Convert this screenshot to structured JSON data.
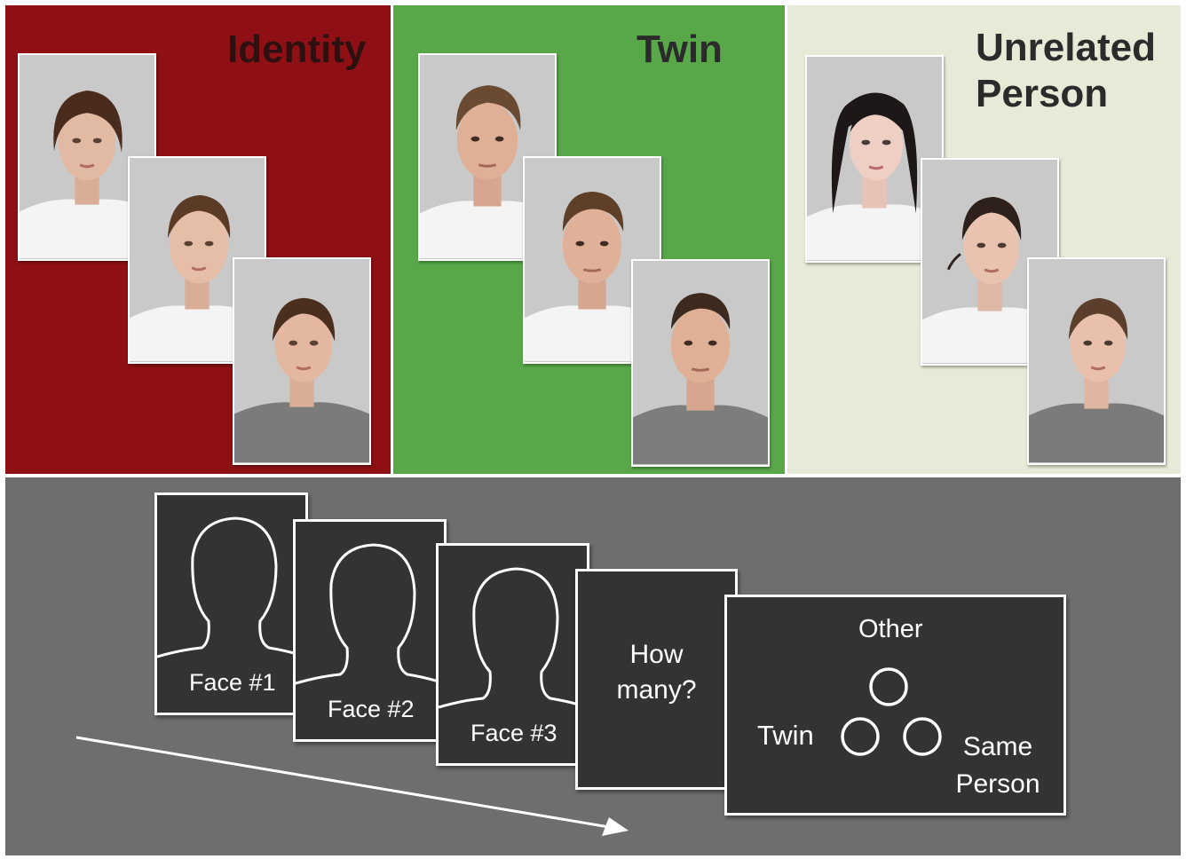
{
  "conditions": [
    {
      "label": "Identity",
      "color": "#8e1014"
    },
    {
      "label": "Twin",
      "color": "#58a84a"
    },
    {
      "label": "Unrelated Person",
      "color": "#e6ead6"
    }
  ],
  "trial": {
    "face_labels": [
      "Face #1",
      "Face #2",
      "Face #3"
    ],
    "question": "How many?",
    "response_options": {
      "top": "Other",
      "left": "Twin",
      "right": "Same Person"
    }
  },
  "colors": {
    "card_fill": "#333333",
    "background": "#6e6e6e",
    "outline": "#ffffff"
  }
}
